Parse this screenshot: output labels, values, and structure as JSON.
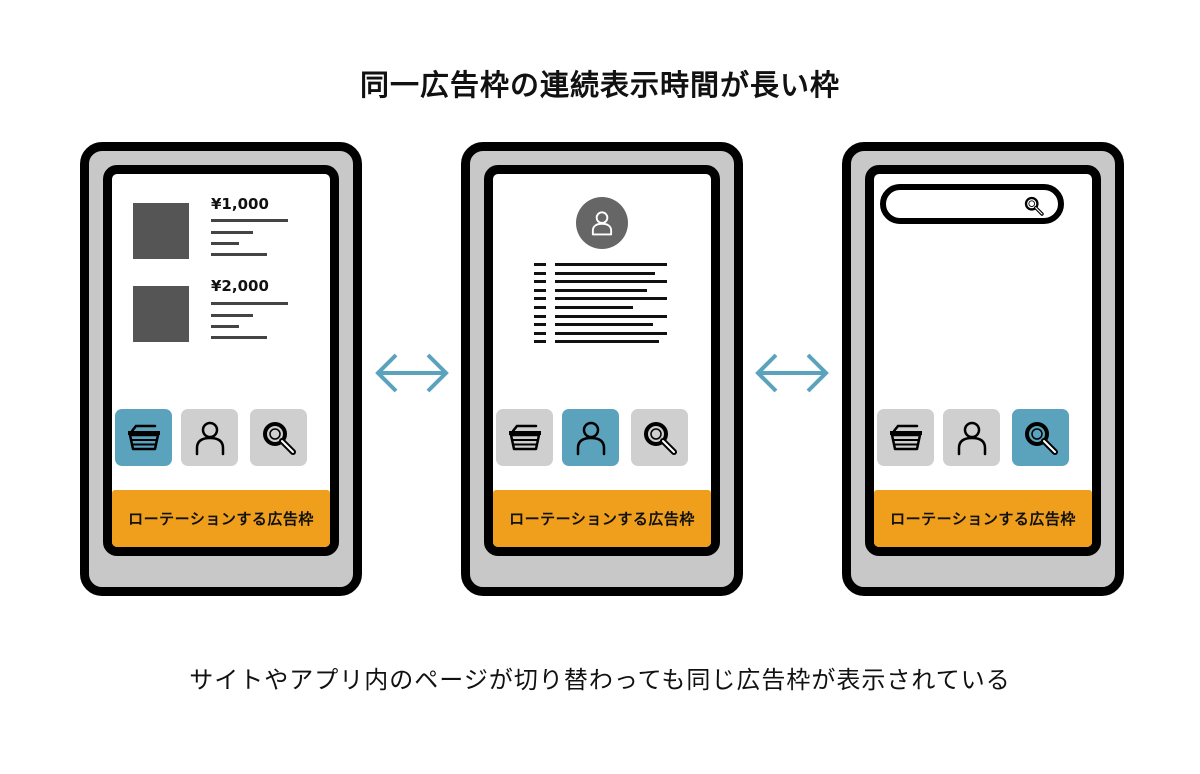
{
  "title": "同一広告枠の連続表示時間が長い枠",
  "caption": "サイトやアプリ内のページが切り替わっても同じ広告枠が表示されている",
  "ad_label": "ローテーションする広告枠",
  "phones": [
    {
      "screen": "shop",
      "active_tab": "basket",
      "prices": [
        "¥1,000",
        "¥2,000"
      ]
    },
    {
      "screen": "profile",
      "active_tab": "person"
    },
    {
      "screen": "search",
      "active_tab": "search"
    }
  ],
  "tabs": [
    "basket-icon",
    "person-icon",
    "search-icon"
  ],
  "colors": {
    "accent": "#5ba2bd",
    "ad": "#ef9f1b",
    "arrow": "#5ba2bd",
    "frame": "#c8c8c8"
  }
}
